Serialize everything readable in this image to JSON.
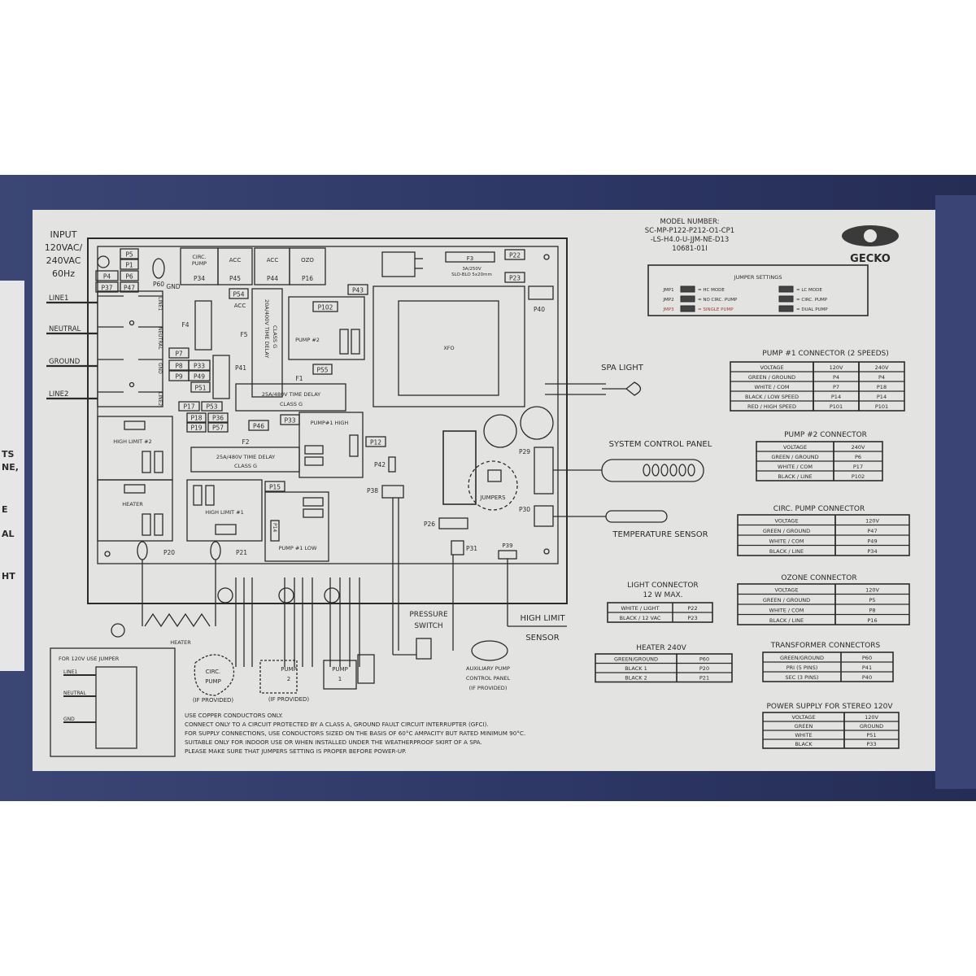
{
  "colors": {
    "enclosure": "#2f3968",
    "label_bg": "#e3e3e1",
    "ink": "#2b2b2b",
    "jmp3_text": "#a33a3a"
  },
  "left_sticker": {
    "fragments": [
      "TS",
      "NE,",
      "E",
      "AL",
      "HT"
    ]
  },
  "input": {
    "lines": [
      "INPUT",
      "120VAC/",
      "240VAC",
      "60Hz"
    ]
  },
  "mains": {
    "line1": "LINE1",
    "neutral": "NEUTRAL",
    "ground": "GROUND",
    "line2": "LINE2"
  },
  "model": {
    "lines": [
      "MODEL NUMBER:",
      "SC-MP-P122-P212-O1-CP1",
      "-LS-H4.0-U-JJM-NE-D13",
      "10681-01I"
    ]
  },
  "brand": {
    "name": "GECKO",
    "icon": "gecko-eye-logo"
  },
  "jumper_settings": {
    "title": "JUMPER SETTINGS",
    "rows": [
      {
        "jmp": "JMP1",
        "left": "= HC MODE",
        "right": "= LC MODE"
      },
      {
        "jmp": "JMP2",
        "left": "= NO CIRC. PUMP",
        "right": "= CIRC. PUMP"
      },
      {
        "jmp": "JMP3",
        "left": "= SINGLE PUMP",
        "right": "= DUAL PUMP"
      }
    ]
  },
  "board": {
    "p5": "P5",
    "p1": "P1",
    "p4": "P4",
    "p6": "P6",
    "p37": "P37",
    "p47": "P47",
    "p60": "P60",
    "gnd": "GND",
    "circ_pump_1": "CIRC.",
    "circ_pump_2": "PUMP",
    "p34": "P34",
    "acc1": "ACC",
    "p45": "P45",
    "acc2": "ACC",
    "p44": "P44",
    "ozo": "OZO",
    "p16": "P16",
    "t_line1": "LINE1",
    "t_neutral": "NEUTRAL",
    "t_gnd": "GND",
    "t_line2": "LINE2",
    "f4": "F4",
    "p54": "P54",
    "acc3": "ACC",
    "f5": "F5",
    "f5_rating": "20A/400V TIME DELAY",
    "f5_class": "CLASS G",
    "p102": "P102",
    "pump2": "PUMP #2",
    "p43": "P43",
    "p55": "P55",
    "f1": "F1",
    "f1_rating": "25A/480V TIME DELAY",
    "f1_class": "CLASS G",
    "p7": "P7",
    "p8": "P8",
    "p9": "P9",
    "p33a": "P33",
    "p49": "P49",
    "p51": "P51",
    "p41": "P41",
    "p17": "P17",
    "p53": "P53",
    "p18": "P18",
    "p36": "P36",
    "p19": "P19",
    "p57": "P57",
    "p46": "P46",
    "p33b": "P33",
    "pump1_high": "PUMP#1 HIGH",
    "p12": "P12",
    "high_limit2": "HIGH LIMIT #2",
    "heater": "HEATER",
    "f2": "F2",
    "f2_rating": "25A/480V TIME DELAY",
    "f2_class": "CLASS G",
    "high_limit1": "HIGH LIMIT #1",
    "p15": "P15",
    "p14": "P14",
    "pump1_low": "PUMP #1 LOW",
    "p20": "P20",
    "p21": "P21",
    "xfo": "XFO",
    "f3": "F3",
    "f3_rating": "3A/250V",
    "f3_type": "SLO-BLO 5x20mm",
    "p22": "P22",
    "p23": "P23",
    "p40": "P40",
    "p29": "P29",
    "p30": "P30",
    "p42": "P42",
    "p38": "P38",
    "p26": "P26",
    "p31": "P31",
    "p39": "P39",
    "jumpers": "JUMPERS"
  },
  "peripherals": {
    "spa_light": "SPA LIGHT",
    "system_control_panel": "SYSTEM CONTROL PANEL",
    "temperature_sensor": "TEMPERATURE SENSOR",
    "high_limit_sensor_1": "HIGH LIMIT",
    "high_limit_sensor_2": "SENSOR",
    "pressure_switch_1": "PRESSURE",
    "pressure_switch_2": "SWITCH",
    "aux_1": "AUXILIARY PUMP",
    "aux_2": "CONTROL PANEL",
    "aux_3": "(IF PROVIDED)",
    "heater": "HEATER",
    "circ_pump_1": "CIRC.",
    "circ_pump_2": "PUMP",
    "pump2_1": "PUMP",
    "pump2_2": "2",
    "pump1_1": "PUMP",
    "pump1_2": "1",
    "if_provided_1": "(IF PROVIDED)",
    "if_provided_2": "(IF PROVIDED)"
  },
  "jumper_120v": {
    "title": "FOR 120V USE JUMPER",
    "line1": "LINE1",
    "neutral": "NEUTRAL",
    "gnd": "GND"
  },
  "notes": [
    "USE COPPER CONDUCTORS ONLY.",
    "CONNECT ONLY TO A CIRCUIT PROTECTED BY A CLASS A, GROUND FAULT CIRCUIT INTERRUPTER (GFCI).",
    "FOR SUPPLY CONNECTIONS, USE CONDUCTORS SIZED ON THE BASIS OF 60°C AMPACITY BUT RATED MINIMUM 90°C.",
    "SUITABLE ONLY FOR INDOOR USE OR WHEN INSTALLED UNDER THE WEATHERPROOF SKIRT OF A SPA.",
    "PLEASE MAKE SURE THAT JUMPERS SETTING IS PROPER BEFORE POWER-UP."
  ],
  "tables": {
    "pump1": {
      "title": "PUMP #1 CONNECTOR (2 SPEEDS)",
      "rows": [
        [
          "VOLTAGE",
          "120V",
          "240V"
        ],
        [
          "GREEN / GROUND",
          "P4",
          "P4"
        ],
        [
          "WHITE / COM",
          "P7",
          "P18"
        ],
        [
          "BLACK / LOW SPEED",
          "P14",
          "P14"
        ],
        [
          "RED / HIGH SPEED",
          "P101",
          "P101"
        ]
      ]
    },
    "pump2": {
      "title": "PUMP #2 CONNECTOR",
      "rows": [
        [
          "VOLTAGE",
          "240V"
        ],
        [
          "GREEN / GROUND",
          "P6"
        ],
        [
          "WHITE / COM",
          "P17"
        ],
        [
          "BLACK / LINE",
          "P102"
        ]
      ]
    },
    "circ": {
      "title": "CIRC. PUMP CONNECTOR",
      "rows": [
        [
          "VOLTAGE",
          "120V"
        ],
        [
          "GREEN / GROUND",
          "P47"
        ],
        [
          "WHITE / COM",
          "P49"
        ],
        [
          "BLACK / LINE",
          "P34"
        ]
      ]
    },
    "ozone": {
      "title": "OZONE CONNECTOR",
      "rows": [
        [
          "VOLTAGE",
          "120V"
        ],
        [
          "GREEN / GROUND",
          "P5"
        ],
        [
          "WHITE / COM",
          "P8"
        ],
        [
          "BLACK / LINE",
          "P16"
        ]
      ]
    },
    "transformer": {
      "title": "TRANSFORMER CONNECTORS",
      "rows": [
        [
          "GREEN/GROUND",
          "P60"
        ],
        [
          "PRI (5 PINS)",
          "P41"
        ],
        [
          "SEC (3 PINS)",
          "P40"
        ]
      ]
    },
    "stereo": {
      "title": "POWER SUPPLY FOR STEREO 120V",
      "rows": [
        [
          "VOLTAGE",
          "120V"
        ],
        [
          "GREEN",
          "GROUND"
        ],
        [
          "WHITE",
          "P51"
        ],
        [
          "BLACK",
          "P33"
        ]
      ]
    },
    "light": {
      "title": "LIGHT CONNECTOR",
      "subtitle": "12 W MAX.",
      "rows": [
        [
          "WHITE / LIGHT",
          "P22"
        ],
        [
          "BLACK / 12 VAC",
          "P23"
        ]
      ]
    },
    "heater": {
      "title": "HEATER 240V",
      "rows": [
        [
          "GREEN/GROUND",
          "P60"
        ],
        [
          "BLACK 1",
          "P20"
        ],
        [
          "BLACK 2",
          "P21"
        ]
      ]
    }
  }
}
